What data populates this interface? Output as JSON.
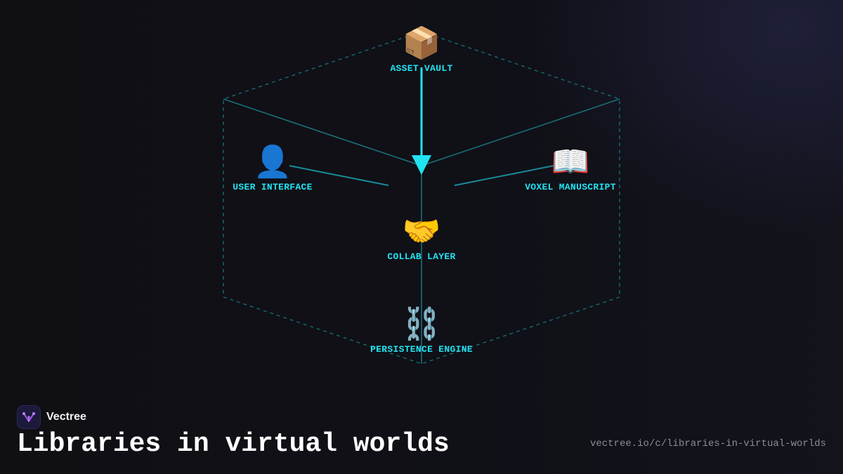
{
  "diagram": {
    "nodes": [
      {
        "id": "asset-vault",
        "icon": "package-icon",
        "glyph": "📦",
        "label": "ASSET VAULT"
      },
      {
        "id": "user-interface",
        "icon": "user-icon",
        "glyph": "👤",
        "label": "USER INTERFACE"
      },
      {
        "id": "voxel-manuscript",
        "icon": "book-icon",
        "glyph": "📖",
        "label": "VOXEL MANUSCRIPT"
      },
      {
        "id": "collab-layer",
        "icon": "handshake-icon",
        "glyph": "🤝",
        "label": "COLLAB LAYER"
      },
      {
        "id": "persistence-engine",
        "icon": "chain-icon",
        "glyph": "⛓️",
        "label": "PERSISTENCE ENGINE"
      }
    ],
    "colors": {
      "accent": "#22e3f2",
      "edge": "#1a6f7a",
      "dashed": "#166b74"
    }
  },
  "footer": {
    "brand_name": "Vectree",
    "title": "Libraries in virtual worlds",
    "url": "vectree.io/c/libraries-in-virtual-worlds"
  }
}
